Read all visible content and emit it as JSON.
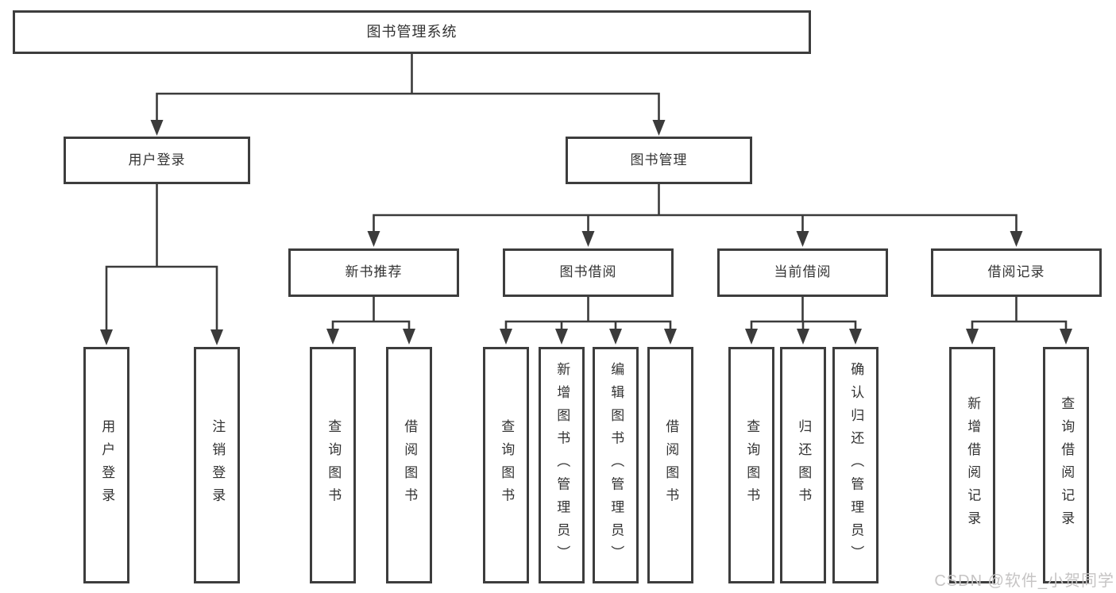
{
  "diagram": {
    "root": {
      "label": "图书管理系统"
    },
    "level2": [
      {
        "label": "用户登录"
      },
      {
        "label": "图书管理"
      }
    ],
    "login_children": [
      {
        "label": "用户登录"
      },
      {
        "label": "注销登录"
      }
    ],
    "level3": [
      {
        "label": "新书推荐"
      },
      {
        "label": "图书借阅"
      },
      {
        "label": "当前借阅"
      },
      {
        "label": "借阅记录"
      }
    ],
    "newbook_children": [
      {
        "label": "查询图书"
      },
      {
        "label": "借阅图书"
      }
    ],
    "borrow_children": [
      {
        "label": "查询图书"
      },
      {
        "label": "新增图书（管理员）"
      },
      {
        "label": "编辑图书（管理员）"
      },
      {
        "label": "借阅图书"
      }
    ],
    "current_children": [
      {
        "label": "查询图书"
      },
      {
        "label": "归还图书"
      },
      {
        "label": "确认归还（管理员）"
      }
    ],
    "record_children": [
      {
        "label": "新增借阅记录"
      },
      {
        "label": "查询借阅记录"
      }
    ]
  },
  "watermark": {
    "text": "CSDN @软件_小贺同学"
  },
  "colors": {
    "line": "#3b3b3b",
    "border": "#3d3d3d",
    "text": "#333333",
    "watermark": "#c6c4c4",
    "background": "#ffffff"
  }
}
